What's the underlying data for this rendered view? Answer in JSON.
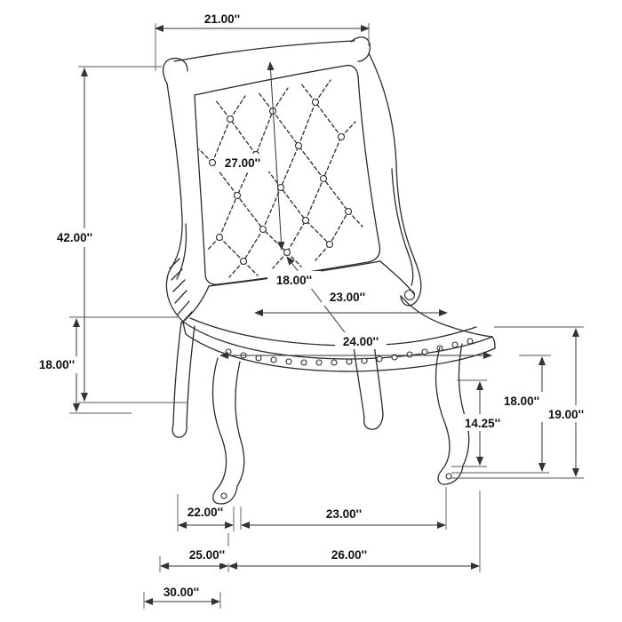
{
  "page": {
    "background": "#ffffff"
  },
  "diagram": {
    "drawing": "wingback-tufted-chair-line-art",
    "colors": {
      "line": "#2b2b2b",
      "dimension": "#333333",
      "text": "#111111"
    },
    "labels": {
      "top_width": "21.00''",
      "overall_height": "42.00''",
      "back_diagonal_height": "27.00''",
      "back_to_seat_diagonal": "18.00''",
      "seat_width": "23.00''",
      "seat_front_width": "24.00''",
      "seat_height_left": "18.00''",
      "leg_height_inner": "14.25''",
      "leg_height_mid": "18.00''",
      "leg_height_outer": "19.00''",
      "floor_span_back_to_front": "22.00''",
      "floor_span_front_legs": "23.00''",
      "floor_span_left": "25.00''",
      "floor_span_front": "26.00''",
      "floor_span_overall": "30.00''"
    }
  }
}
